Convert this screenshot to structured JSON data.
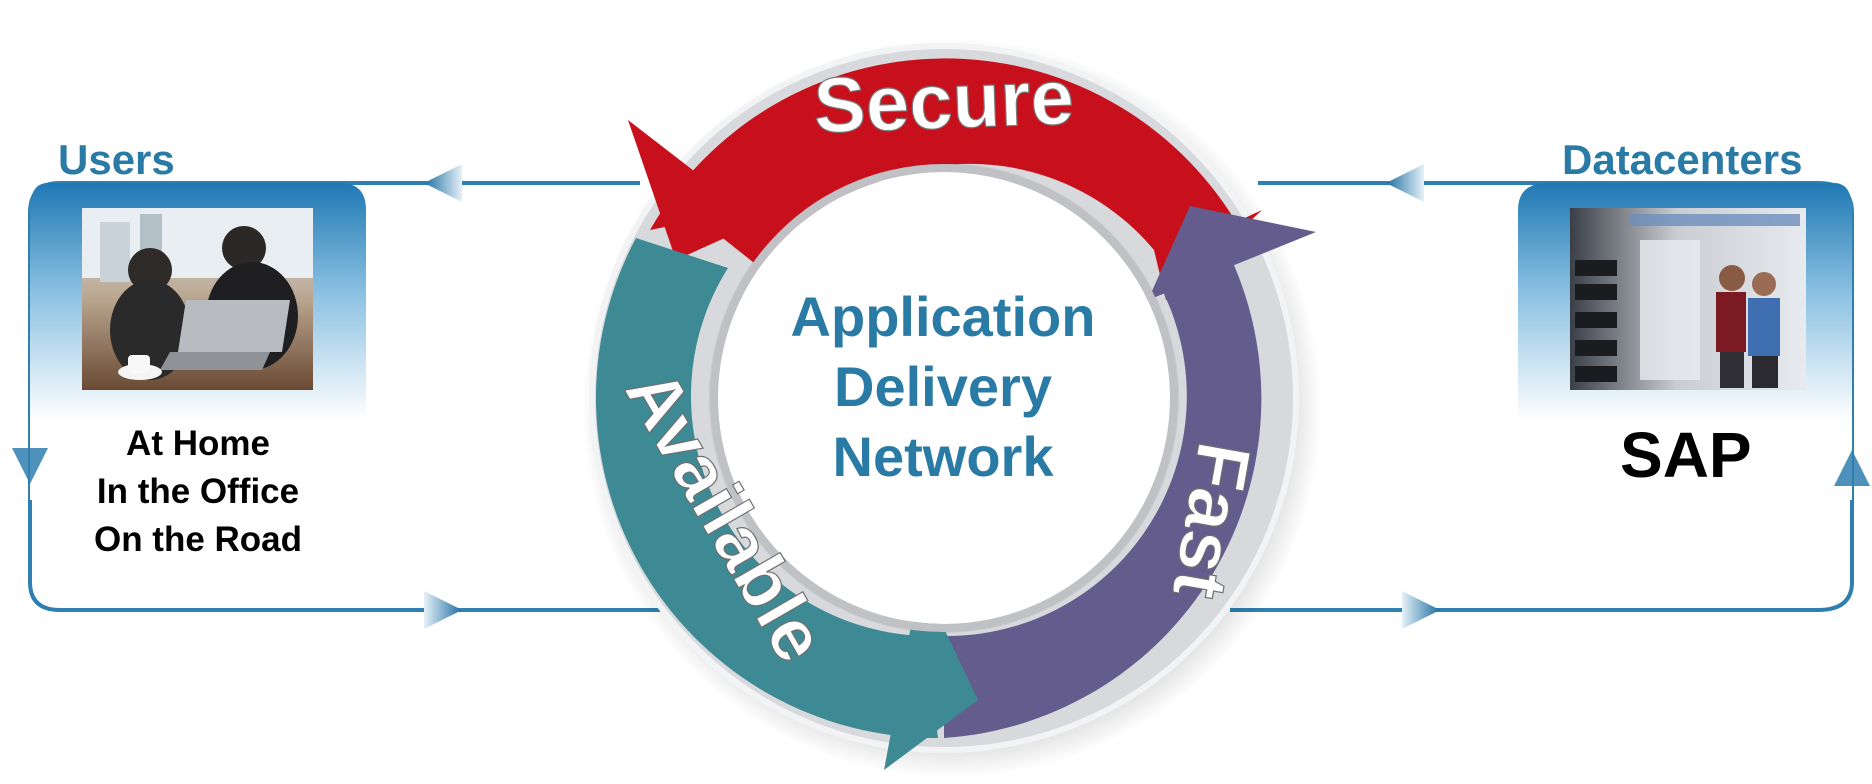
{
  "users_panel": {
    "title": "Users",
    "locations": [
      "At Home",
      "In the Office",
      "On the Road"
    ]
  },
  "datacenters_panel": {
    "title": "Datacenters",
    "system": "SAP"
  },
  "cycle": {
    "center_lines": [
      "Application",
      "Delivery",
      "Network"
    ],
    "segments": [
      {
        "label": "Secure",
        "color": "#c8101c"
      },
      {
        "label": "Fast",
        "color": "#645c8c"
      },
      {
        "label": "Available",
        "color": "#3d8a95"
      }
    ]
  },
  "colors": {
    "accent_blue": "#2a7aa6",
    "flow_line": "#2f7fb0"
  }
}
